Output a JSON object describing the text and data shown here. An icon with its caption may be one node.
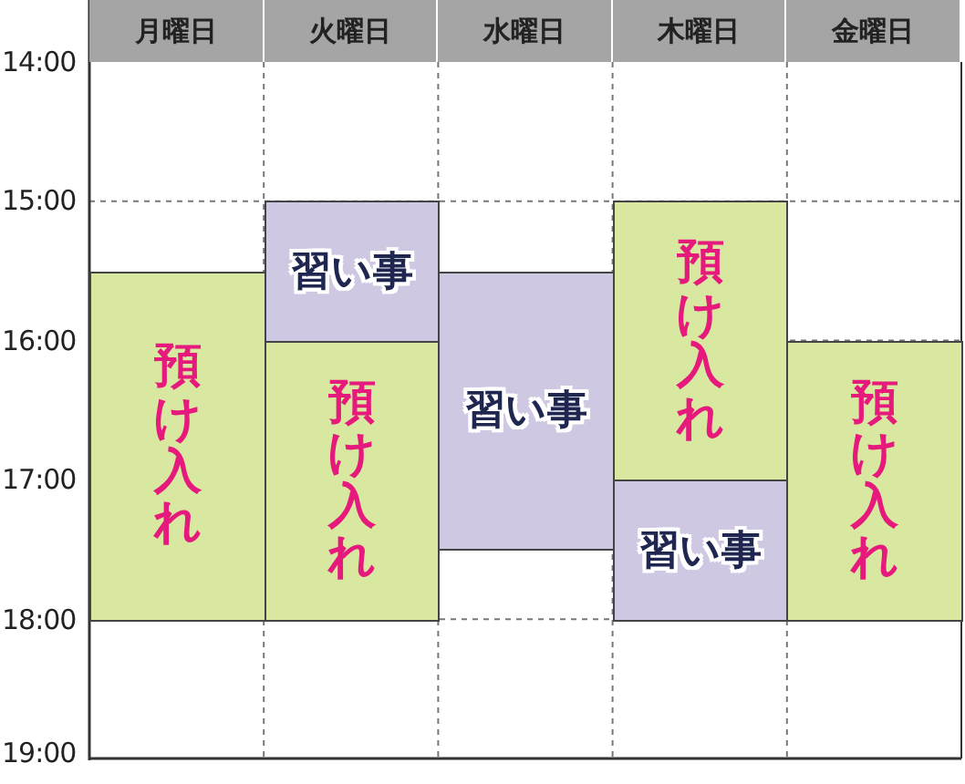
{
  "diagram": {
    "nodes": [
      {
        "text": [
          "預け入れ"
        ]
      },
      {
        "text": [
          "習い事"
        ]
      },
      {
        "text": [
          "預け入れ"
        ]
      },
      {
        "text": [
          "習い事"
        ]
      },
      {
        "text": [
          "預け入れ"
        ]
      },
      {
        "text": [
          "習い事"
        ]
      },
      {
        "text": [
          "預け入れ"
        ]
      }
    ],
    "labels": [
      "月曜日",
      "火曜日",
      "水曜日",
      "木曜日",
      "金曜日",
      "14:00",
      "15:00",
      "16:00",
      "17:00",
      "18:00",
      "19:00"
    ]
  }
}
